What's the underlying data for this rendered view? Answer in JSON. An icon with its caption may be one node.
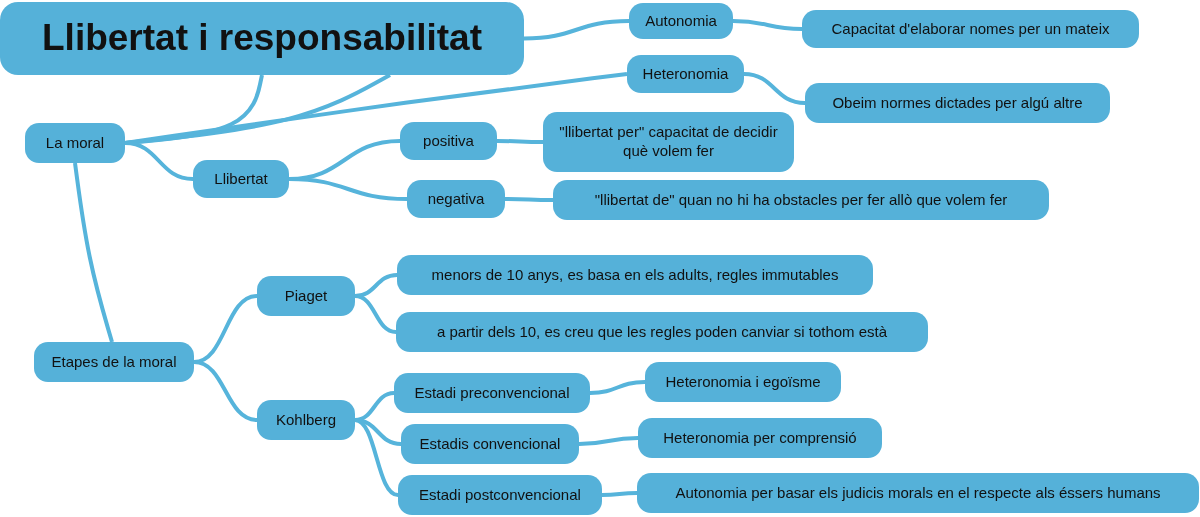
{
  "diagram": {
    "nodes": [
      {
        "text": [
          "Llibertat i responsabilitat"
        ]
      },
      {
        "text": [
          "Autonomia"
        ]
      },
      {
        "text": [
          "Capacitat d'elaborar nomes per un mateix"
        ]
      },
      {
        "text": [
          "Heteronomia"
        ]
      },
      {
        "text": [
          "Obeim normes dictades per algú altre"
        ]
      },
      {
        "text": [
          "La moral"
        ]
      },
      {
        "text": [
          "Llibertat"
        ]
      },
      {
        "text": [
          "positiva"
        ]
      },
      {
        "text": [
          "\"llibertat per\" capacitat de decidir què volem fer"
        ]
      },
      {
        "text": [
          "negativa"
        ]
      },
      {
        "text": [
          "\"llibertat de\" quan no hi ha obstacles per fer allò que volem fer"
        ]
      },
      {
        "text": [
          "Etapes de la moral"
        ]
      },
      {
        "text": [
          "Piaget"
        ]
      },
      {
        "text": [
          "menors de 10 anys, es basa en els adults, regles immutables"
        ]
      },
      {
        "text": [
          "a partir dels 10, es creu que les regles poden canviar si tothom està"
        ]
      },
      {
        "text": [
          "Kohlberg"
        ]
      },
      {
        "text": [
          "Estadi preconvencional"
        ]
      },
      {
        "text": [
          "Heteronomia i egoïsme"
        ]
      },
      {
        "text": [
          "Estadis convencional"
        ]
      },
      {
        "text": [
          "Heteronomia per comprensió"
        ]
      },
      {
        "text": [
          "Estadi postconvencional"
        ]
      },
      {
        "text": [
          "Autonomia per basar els judicis morals en el respecte als éssers humans"
        ]
      }
    ],
    "edges": [
      {
        "from": 5,
        "to": 0,
        "arrow": "none"
      },
      {
        "from": 5,
        "to": 0,
        "arrow": "none"
      },
      {
        "from": 5,
        "to": 3,
        "arrow": "none"
      },
      {
        "from": 1,
        "to": 2,
        "arrow": "none"
      },
      {
        "from": 3,
        "to": 4,
        "arrow": "none"
      },
      {
        "from": 5,
        "to": 6,
        "arrow": "none"
      },
      {
        "from": 6,
        "to": 7,
        "arrow": "none"
      },
      {
        "from": 6,
        "to": 9,
        "arrow": "none"
      },
      {
        "from": 7,
        "to": 8,
        "arrow": "none"
      },
      {
        "from": 9,
        "to": 10,
        "arrow": "none"
      },
      {
        "from": 5,
        "to": 11,
        "arrow": "none"
      },
      {
        "from": 11,
        "to": 12,
        "arrow": "none"
      },
      {
        "from": 11,
        "to": 15,
        "arrow": "none"
      },
      {
        "from": 12,
        "to": 13,
        "arrow": "none"
      },
      {
        "from": 12,
        "to": 14,
        "arrow": "none"
      },
      {
        "from": 15,
        "to": 16,
        "arrow": "none"
      },
      {
        "from": 15,
        "to": 18,
        "arrow": "none"
      },
      {
        "from": 15,
        "to": 20,
        "arrow": "none"
      },
      {
        "from": 16,
        "to": 17,
        "arrow": "none"
      },
      {
        "from": 18,
        "to": 19,
        "arrow": "none"
      },
      {
        "from": 20,
        "to": 21,
        "arrow": "none"
      },
      {
        "from": 0,
        "to": 1,
        "arrow": "none"
      }
    ]
  }
}
